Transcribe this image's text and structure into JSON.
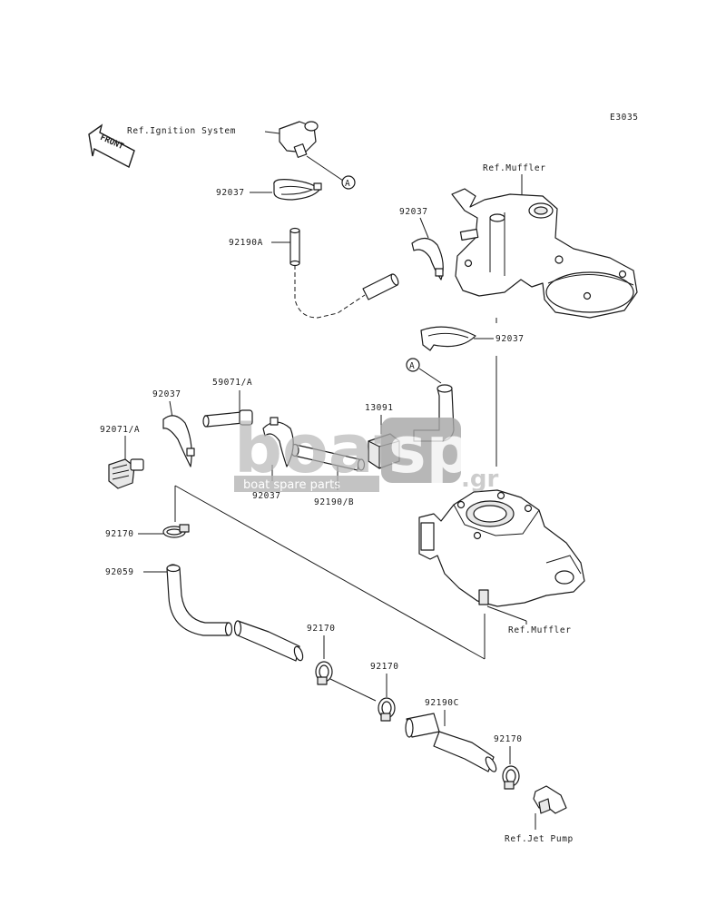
{
  "diagram_code": "E3035",
  "front_label": "FRONT",
  "watermark": {
    "brand_left": "boat",
    "brand_right": "sp",
    "tld": ".gr",
    "tagline": "boat spare parts"
  },
  "callout_marker": "A",
  "labels": {
    "ref_ignition_system": "Ref.Ignition System",
    "ref_muffler_top": "Ref.Muffler",
    "ref_muffler_bottom": "Ref.Muffler",
    "ref_jet_pump": "Ref.Jet Pump",
    "p92037_a": "92037",
    "p92037_b": "92037",
    "p92037_c": "92037",
    "p92037_d": "92037",
    "p92037_e": "92037",
    "p92190a": "92190A",
    "p59071a": "59071/A",
    "p13091": "13091",
    "p92071a": "92071/A",
    "p92190b": "92190/B",
    "p92170_a": "92170",
    "p92170_b": "92170",
    "p92170_c": "92170",
    "p92170_d": "92170",
    "p92059": "92059",
    "p92190c": "92190C"
  }
}
